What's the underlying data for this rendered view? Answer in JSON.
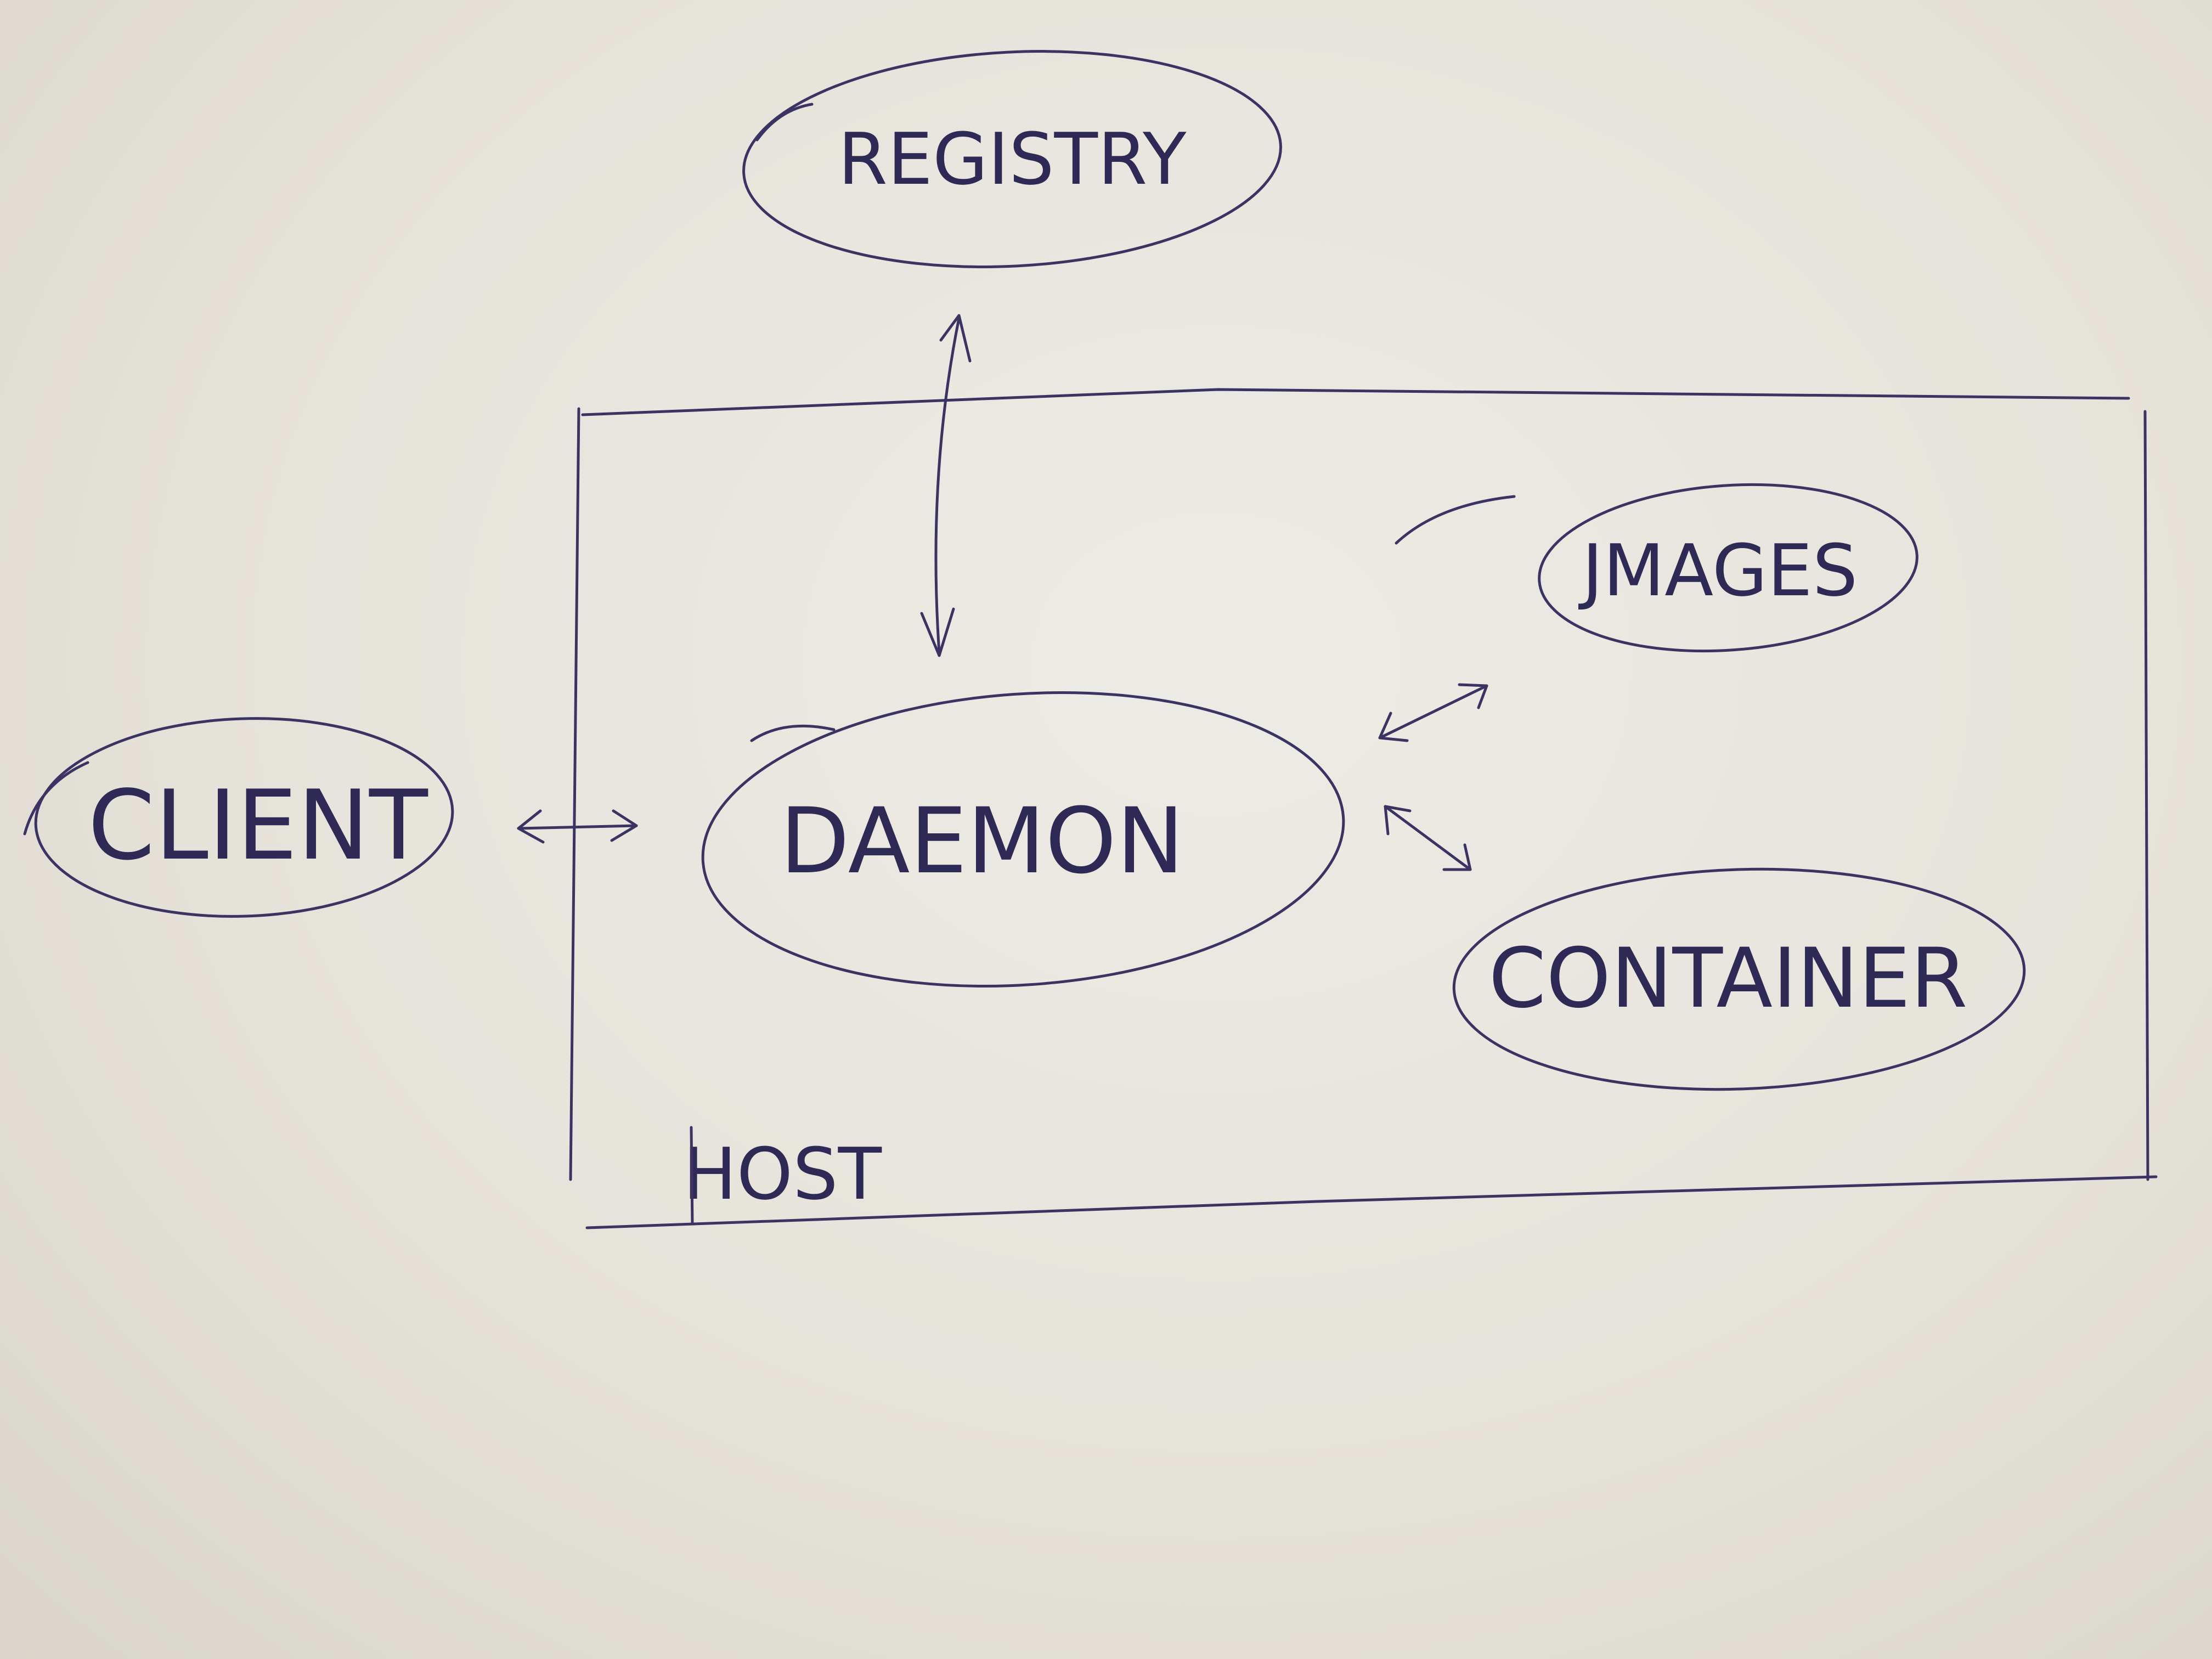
{
  "diagram": {
    "nodes": {
      "registry": {
        "label": "REGISTRY"
      },
      "images": {
        "label": "JMAGES"
      },
      "client": {
        "label": "CLIENT"
      },
      "daemon": {
        "label": "DAEMON"
      },
      "container": {
        "label": "CONTAINER"
      }
    },
    "host": {
      "label": "HOST"
    },
    "edges": [
      {
        "from": "registry",
        "to": "daemon",
        "style": "bidirectional-arrow"
      },
      {
        "from": "client",
        "to": "daemon",
        "style": "bidirectional-arrow"
      },
      {
        "from": "daemon",
        "to": "images",
        "style": "bidirectional-arrow"
      },
      {
        "from": "daemon",
        "to": "container",
        "style": "bidirectional-arrow"
      }
    ],
    "colors": {
      "ink": "#3b3463",
      "paper": "#e6e3da"
    }
  }
}
